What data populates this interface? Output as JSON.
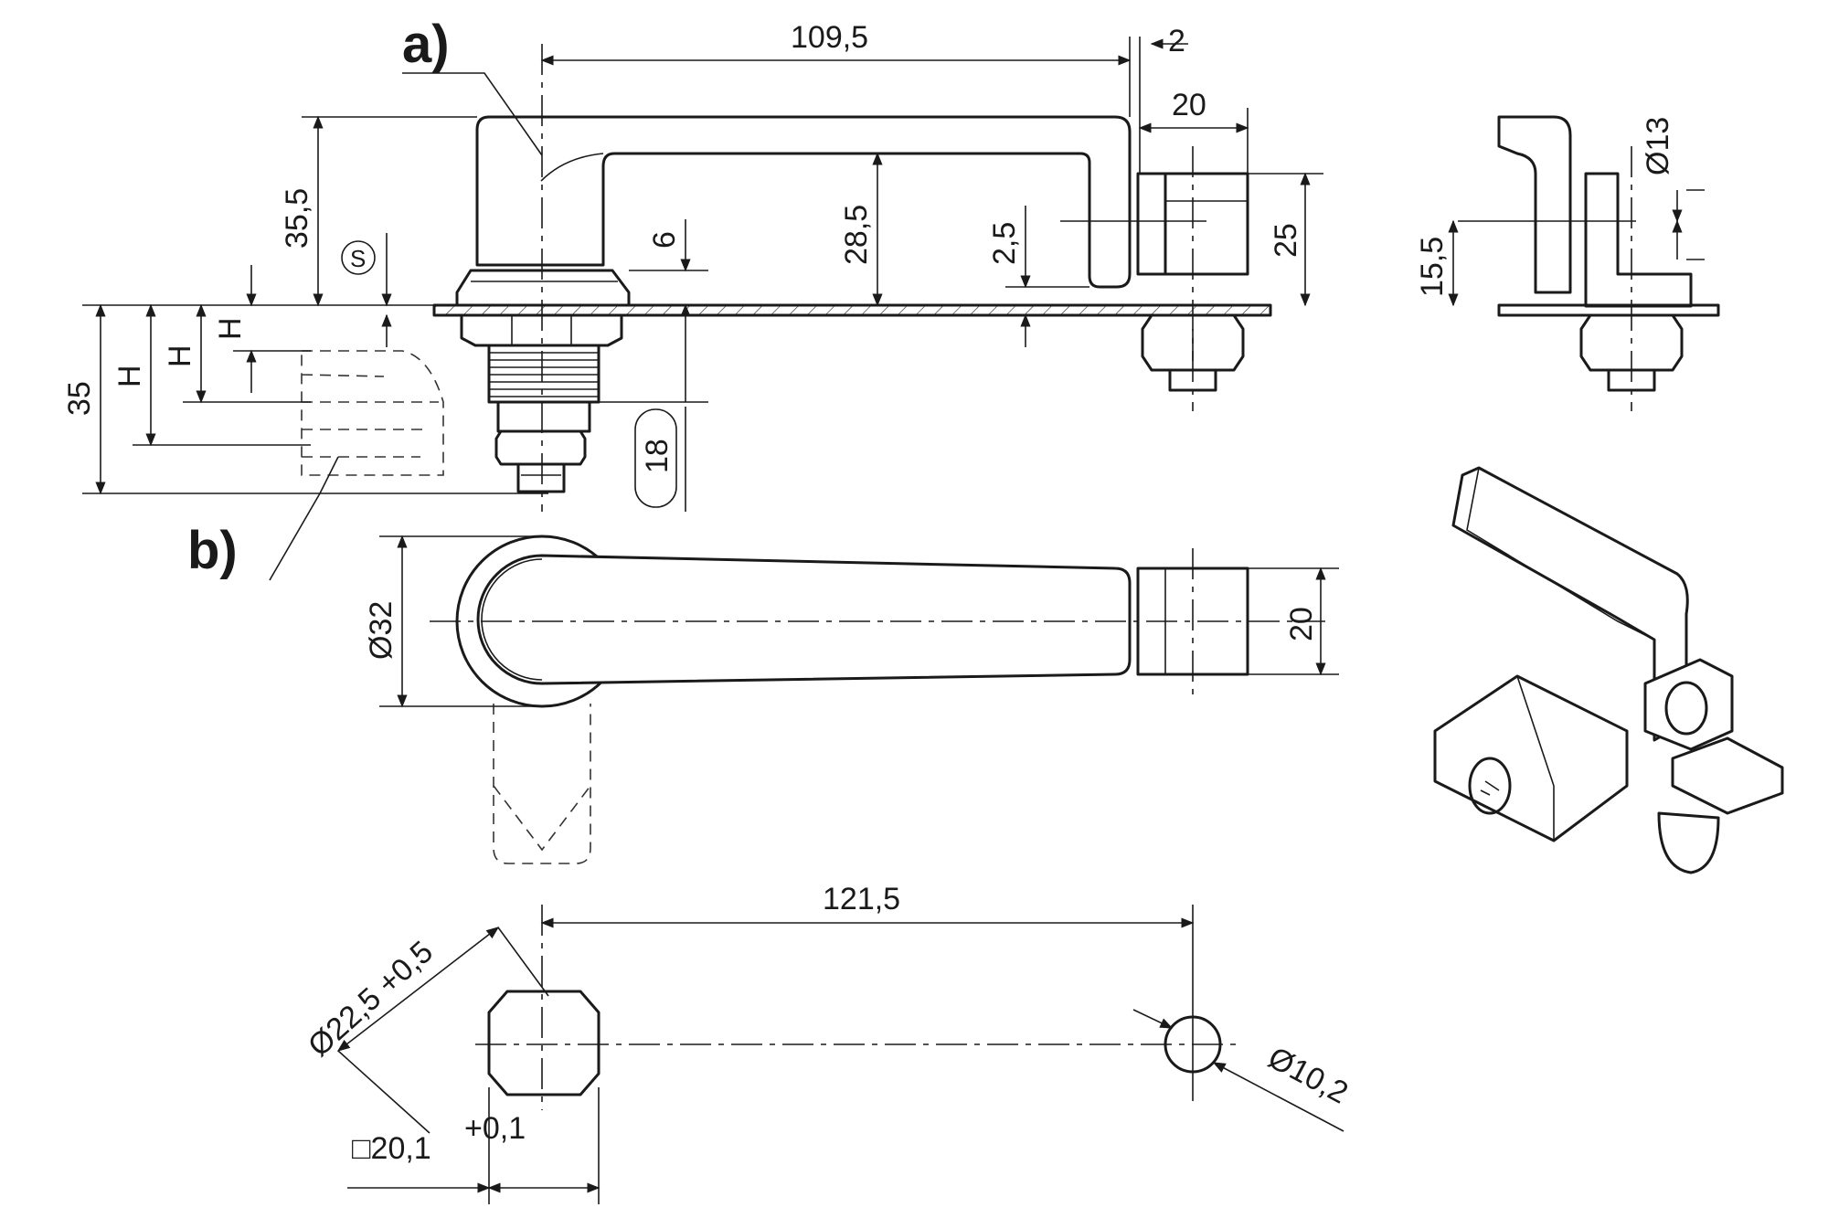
{
  "labels": {
    "a": "a)",
    "b": "b)"
  },
  "dimensions": {
    "handle_length": "109,5",
    "gap": "2",
    "width_top": "20",
    "height_total": "35,5",
    "s": "S",
    "six": "6",
    "inner_height": "28,5",
    "hook_gap": "2,5",
    "hook_height": "25",
    "h_labels": [
      "H",
      "H",
      "H"
    ],
    "depth": "35",
    "thread": "18",
    "diameter_rose": "Ø32",
    "width_plan": "20",
    "cutout_distance": "121,5",
    "cutout_diameter": "Ø22,5 +0,5",
    "hole_diameter": "Ø10,2",
    "square": "□20,1",
    "square_tol": "+0,1",
    "section_diameter": "Ø13",
    "section_height": "15,5"
  }
}
